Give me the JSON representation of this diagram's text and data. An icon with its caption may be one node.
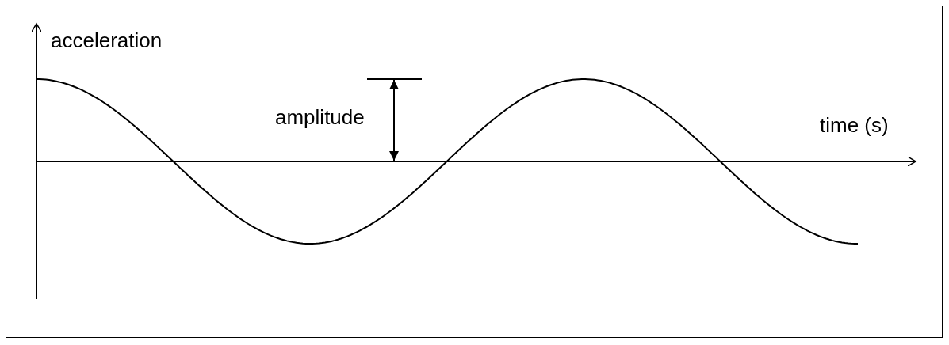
{
  "diagram": {
    "labels": [
      "acceleration",
      "amplitude",
      "time (s)"
    ]
  }
}
